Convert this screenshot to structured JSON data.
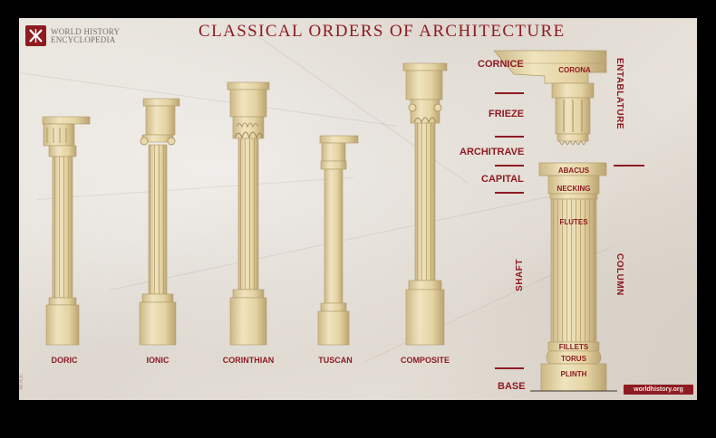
{
  "logo": {
    "line1": "WORLD HISTORY",
    "line2": "ENCYCLOPEDIA"
  },
  "title": "CLASSICAL ORDERS OF ARCHITECTURE",
  "orders": [
    {
      "key": "doric",
      "label": "DORIC"
    },
    {
      "key": "ionic",
      "label": "IONIC"
    },
    {
      "key": "corinthian",
      "label": "CORINTHIAN"
    },
    {
      "key": "tuscan",
      "label": "TUSCAN"
    },
    {
      "key": "composite",
      "label": "COMPOSITE"
    }
  ],
  "parts": {
    "cornice": "CORNICE",
    "frieze": "FRIEZE",
    "architrave": "ARCHITRAVE",
    "capital": "CAPITAL",
    "shaft": "SHAFT",
    "base": "BASE",
    "entablature": "ENTABLATURE",
    "column": "COLUMN"
  },
  "details": {
    "corona": "CORONA",
    "abacus": "ABACUS",
    "necking": "NECKING",
    "flutes": "FLUTES",
    "fillets": "FILLETS",
    "torus": "TORUS",
    "plinth": "PLINTH"
  },
  "website": "worldhistory.org",
  "spine_text": "W.H.E.",
  "colors": {
    "accent": "#8e1b22",
    "stone": "#e6d7ae",
    "stone_shadow": "#c2ad7c",
    "paper": "#e4dfd7"
  }
}
